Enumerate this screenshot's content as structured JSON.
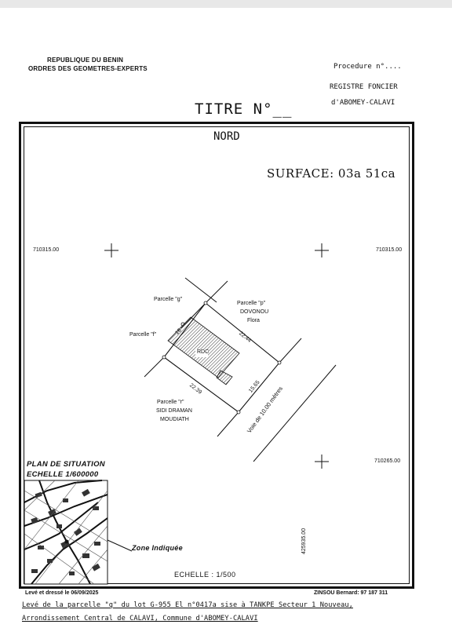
{
  "header": {
    "republic": "REPUBLIQUE DU BENIN",
    "order": "ORDRES DES GEOMETRES-EXPERTS",
    "procedure": "Procedure n°....",
    "registre": "REGISTRE FONCIER",
    "location": "d'ABOMEY-CALAVI",
    "titre": "TITRE N°__"
  },
  "plan": {
    "north": "NORD",
    "surface": "SURFACE: 03a 51ca",
    "coords": {
      "left_top": "710315.00",
      "right_top": "710315.00",
      "right_bottom": "710265.00",
      "bottom_vertical": "425935.00"
    },
    "parcels": {
      "g": "Parcelle \"g\"",
      "p_label": "Parcelle \"p\"",
      "p_owner1": "DOVONOU",
      "p_owner2": "Flora",
      "f": "Parcelle \"f\"",
      "r_label": "Parcelle \"r\"",
      "r_owner1": "SIDI DRAMAN",
      "r_owner2": "MOUDIATH"
    },
    "building": "RDC",
    "dimensions": {
      "top": "22.44",
      "bottom": "22.39",
      "right": "15.65",
      "left": "15"
    },
    "road": "Voie de 10.00 mètres",
    "situation_title": "PLAN DE SITUATION",
    "situation_scale": "ECHELLE 1/600000",
    "zone": "Zone Indiquée",
    "scale": "ECHELLE : 1/500"
  },
  "footer": {
    "leve": "Levé et dressé le 06/09/2025",
    "surveyor": "ZINSOU Bernard: 97 187 311",
    "line1": "Levé de la parcelle \"q\" du lot G-955 El n°0417a sise à TANKPE Secteur 1 Nouveau,",
    "line2": "Arrondissement Central de CALAVI, Commune d'ABOMEY-CALAVI"
  }
}
